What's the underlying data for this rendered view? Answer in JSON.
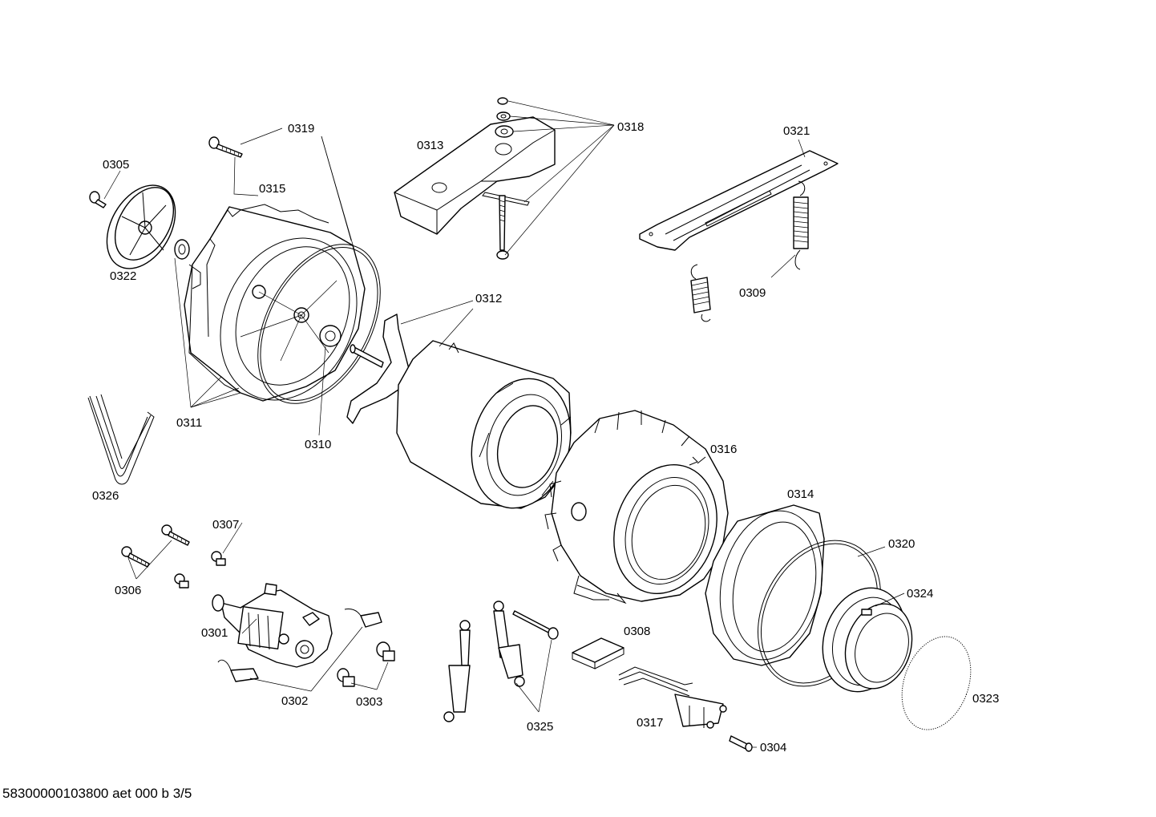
{
  "footer_text": "58300000103800 aet 000 b 3/5",
  "part_numbers": {
    "p0301": "0301",
    "p0302": "0302",
    "p0303": "0303",
    "p0304": "0304",
    "p0305": "0305",
    "p0306": "0306",
    "p0307": "0307",
    "p0308": "0308",
    "p0309": "0309",
    "p0310": "0310",
    "p0311": "0311",
    "p0312": "0312",
    "p0313": "0313",
    "p0314": "0314",
    "p0315": "0315",
    "p0316": "0316",
    "p0317": "0317",
    "p0318": "0318",
    "p0319": "0319",
    "p0320": "0320",
    "p0321": "0321",
    "p0322": "0322",
    "p0323": "0323",
    "p0324": "0324",
    "p0325": "0325",
    "p0326": "0326"
  }
}
